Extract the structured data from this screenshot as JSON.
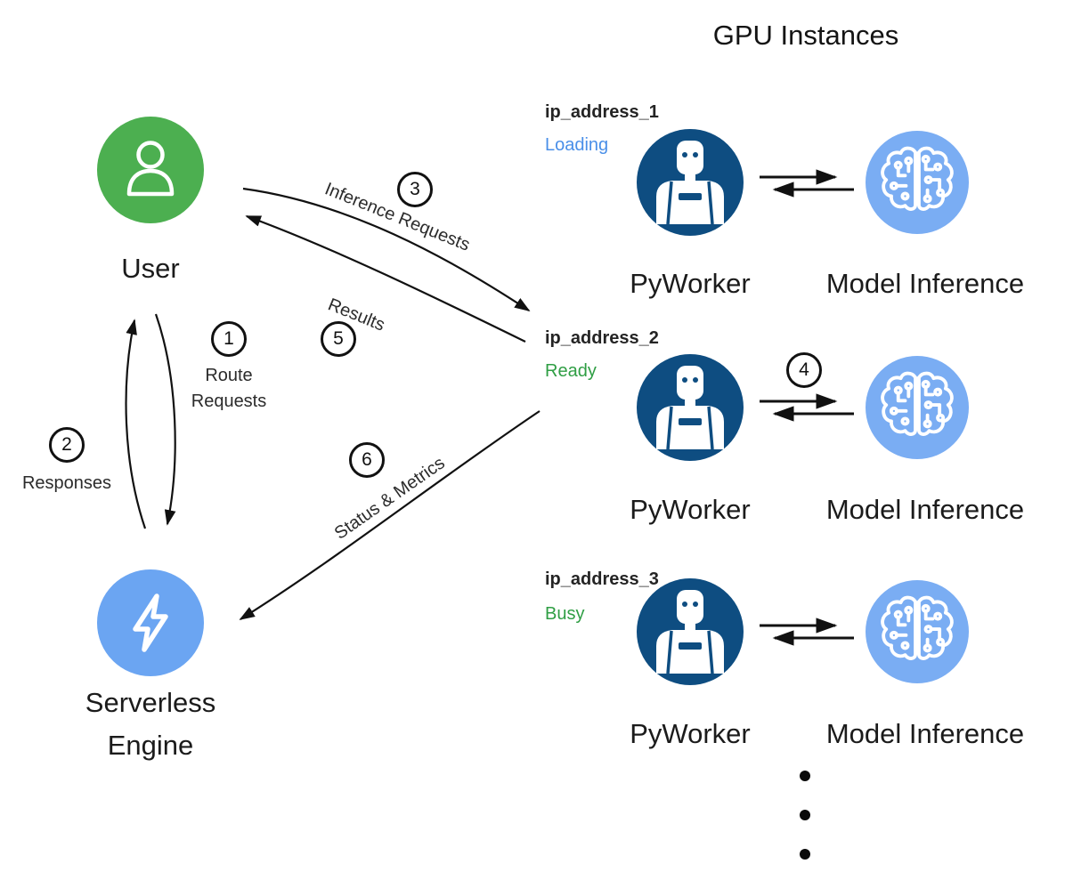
{
  "colors": {
    "ink": "#1b1b1b",
    "user-green": "#4caf50",
    "serverless-blue": "#6ba5f2",
    "pyworker-navy": "#0e4d81",
    "model-blue": "#7aadf3",
    "arrow-black": "#111111"
  },
  "header": {
    "title": "GPU Instances"
  },
  "left_nodes": {
    "user": {
      "label": "User"
    },
    "serverless_engine": {
      "label_line1": "Serverless",
      "label_line2": "Engine"
    }
  },
  "flows": {
    "route_requests": {
      "num": "1",
      "line1": "Route",
      "line2": "Requests"
    },
    "responses": {
      "num": "2",
      "label": "Responses"
    },
    "inference_requests": {
      "num": "3",
      "label": "Inference Requests"
    },
    "worker_model_exchange": {
      "num": "4"
    },
    "results": {
      "num": "5",
      "label": "Results"
    },
    "status_metrics": {
      "num": "6",
      "label": "Status & Metrics"
    }
  },
  "gpu_instances": [
    {
      "ip": "ip_address_1",
      "status": "Loading",
      "status_color": "#4a8fe8",
      "worker_label": "PyWorker",
      "model_label": "Model Inference"
    },
    {
      "ip": "ip_address_2",
      "status": "Ready",
      "status_color": "#2f9e44",
      "worker_label": "PyWorker",
      "model_label": "Model Inference"
    },
    {
      "ip": "ip_address_3",
      "status": "Busy",
      "status_color": "#2f9e44",
      "worker_label": "PyWorker",
      "model_label": "Model Inference"
    }
  ]
}
